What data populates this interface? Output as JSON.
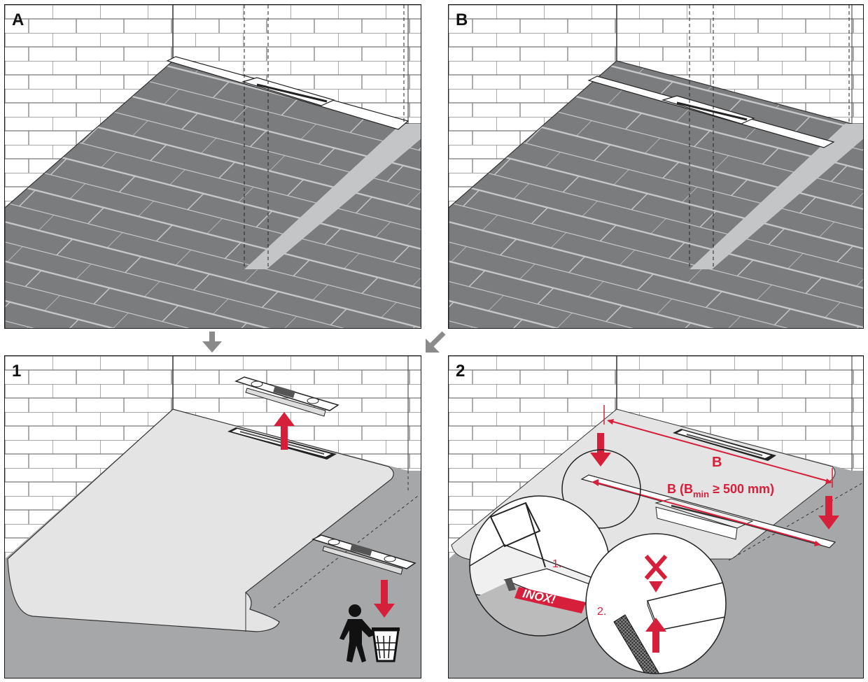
{
  "panels": {
    "a": {
      "label": "A"
    },
    "b": {
      "label": "B"
    },
    "step1": {
      "label": "1"
    },
    "step2": {
      "label": "2"
    }
  },
  "step2": {
    "dimension_b": "B",
    "dimension_b_min_prefix": "B (B",
    "dimension_b_min_sub": "min",
    "dimension_b_min_suffix": " ≥ 500 mm)",
    "zoom_step_1": "1.",
    "zoom_step_2": "2.",
    "inox_label": "INOX!"
  },
  "colors": {
    "floor_tile": "#7b7c7e",
    "grout": "#c7c8ca",
    "membrane": "#e4e4e4",
    "accent_red": "#d6203b",
    "flow_arrow": "#8a8a8a"
  }
}
